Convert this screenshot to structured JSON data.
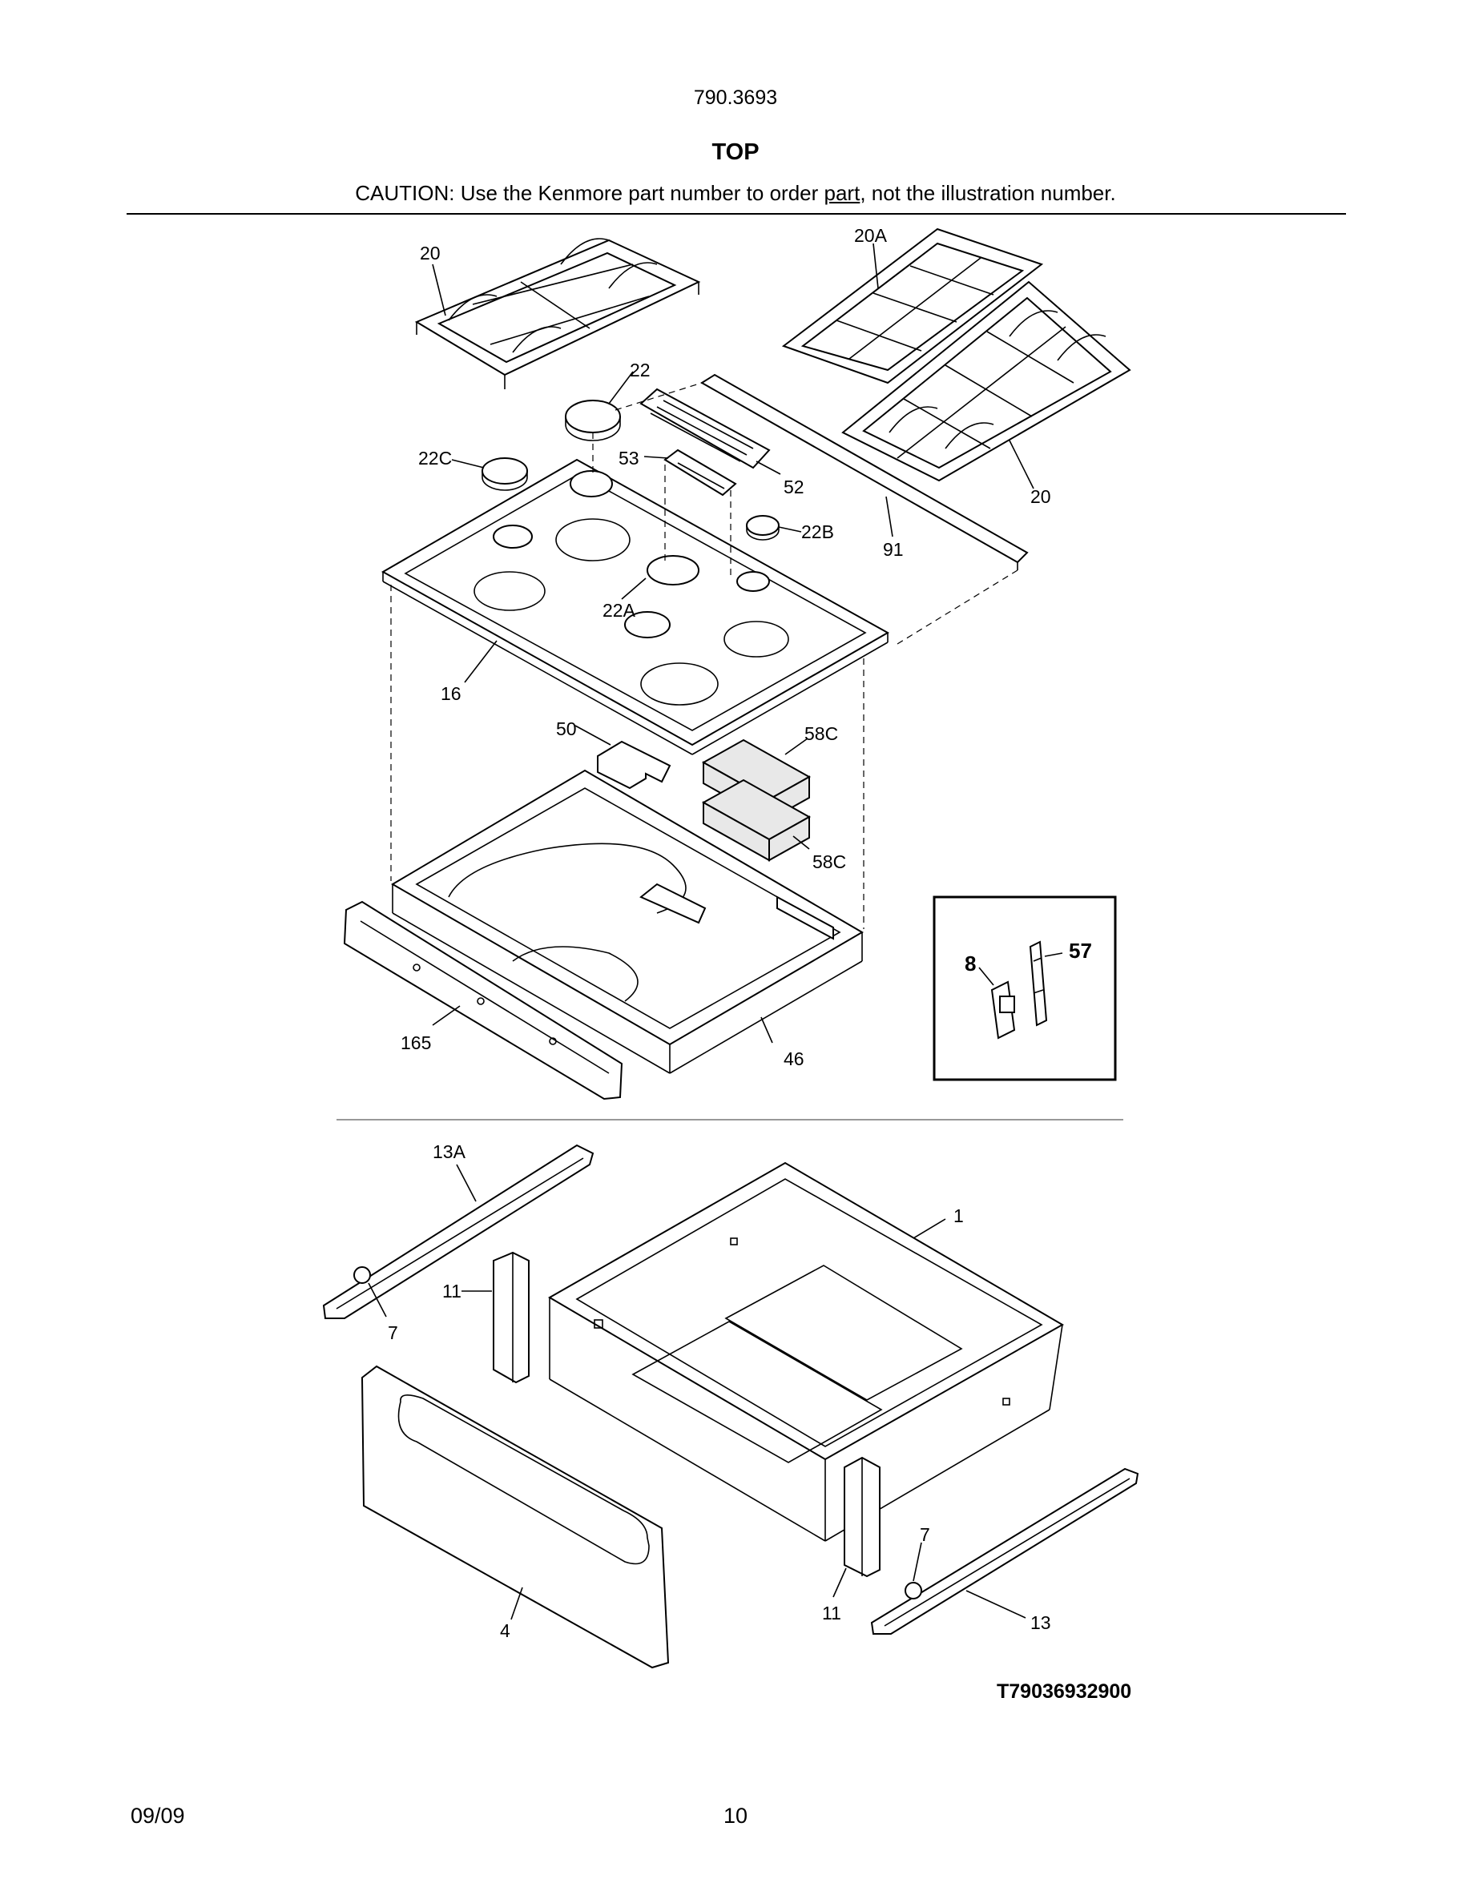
{
  "header": {
    "model_number": "790.3693",
    "section_title": "TOP",
    "caution_before": "CAUTION: Use the Kenmore part number to order ",
    "caution_link": "part",
    "caution_after": ", not the illustration number."
  },
  "callouts": {
    "c20_left": "20",
    "c20a": "20A",
    "c22": "22",
    "c22c": "22C",
    "c53": "53",
    "c52": "52",
    "c20_right": "20",
    "c22b": "22B",
    "c91": "91",
    "c22a": "22A",
    "c16": "16",
    "c50": "50",
    "c58c_top": "58C",
    "c58c_bottom": "58C",
    "c8": "8",
    "c57": "57",
    "c165": "165",
    "c46": "46",
    "c13a": "13A",
    "c1": "1",
    "c11_left": "11",
    "c7_left": "7",
    "c7_right": "7",
    "c11_right": "11",
    "c13": "13",
    "c4": "4"
  },
  "drawing_id": "T79036932900",
  "footer": {
    "date": "09/09",
    "page": "10"
  }
}
